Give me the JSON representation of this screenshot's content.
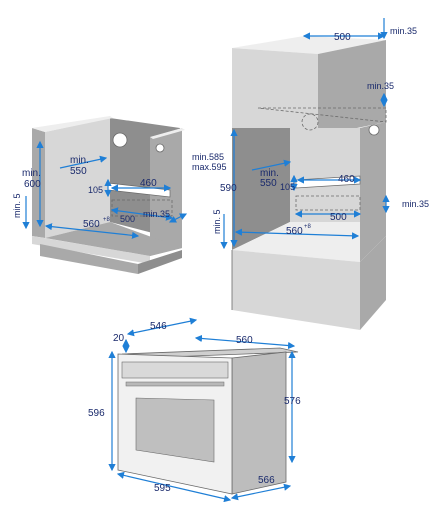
{
  "colors": {
    "dimension_line": "#1f7fd6",
    "label_text": "#1a2a6c",
    "cabinet": "#a9a9a9"
  },
  "under_counter": {
    "min_label": "min.",
    "depth_550": "550",
    "height_min_600": "600",
    "height_min_label": "min.",
    "plinth_min5": "min. 5",
    "slot_105": "105",
    "slot_460": "460",
    "width_560": "560",
    "width_sup": "+8",
    "gap_500": "500",
    "gap_min35": "min.35"
  },
  "column": {
    "top_500": "500",
    "top_min35": "min.35",
    "side_min35": "min.35",
    "min585": "min.585",
    "max595": "max.595",
    "height_590": "590",
    "min_label": "min.",
    "depth_550": "550",
    "slot_105": "105",
    "slot_460": "460",
    "gap_500": "500",
    "right_min35": "min.35",
    "plinth_min5": "min. 5",
    "width_560": "560",
    "width_sup": "+8"
  },
  "oven": {
    "gap_20": "20",
    "width_546": "546",
    "depth_560": "560",
    "height_596": "596",
    "height_576": "576",
    "width_595": "595",
    "depth_566": "566"
  }
}
